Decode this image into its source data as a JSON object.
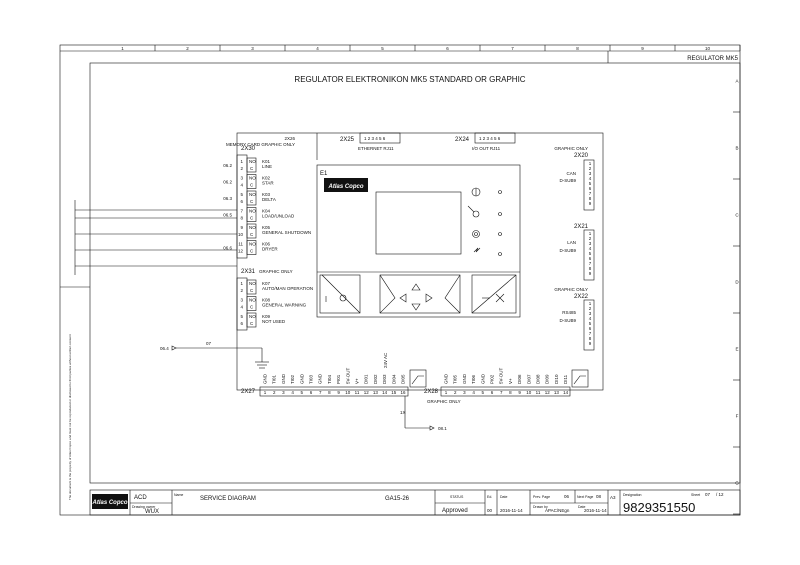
{
  "sheet": {
    "header_right": "REGULATOR MK5",
    "title": "REGULATOR ELEKTRONIKON MK5 STANDARD OR GRAPHIC",
    "col_labels": [
      "1",
      "2",
      "3",
      "4",
      "5",
      "6",
      "7",
      "8",
      "9",
      "10"
    ],
    "row_labels": [
      "A",
      "B",
      "C",
      "D",
      "E",
      "F",
      "G"
    ]
  },
  "controller": {
    "e1": "E1",
    "logo": "Atlas Copco",
    "x30": "2X30",
    "x26": "2X26",
    "x26_desc": "MEMORY CARD GRAPHIC ONLY",
    "x25": "2X25",
    "x25_pins": "1 2 3 4 5 6",
    "x25_desc": "ETHERNET RJ11",
    "x24": "2X24",
    "x24_pins": "1 2 3 4 5 6",
    "x24_desc": "I/O OUT RJ11",
    "x20_note": "GRAPHIC ONLY",
    "x20": "2X20",
    "x20_desc1": "CAN",
    "x20_desc2": "D-SUB9",
    "x21": "2X21",
    "x21_desc1": "LAN",
    "x21_desc2": "D-SUB9",
    "x22_note": "GRAPHIC ONLY",
    "x22": "2X22",
    "x22_desc1": "RS485",
    "x22_desc2": "D-SUB9",
    "x31": "2X31",
    "x31_note": "GRAPHIC ONLY",
    "x27": "2X27",
    "x28": "2X28",
    "x28_note": "GRAPHIC ONLY",
    "ac_label": "24V AC"
  },
  "relays": [
    {
      "no": "NO",
      "c": "C",
      "k": "K01",
      "desc": "LINE",
      "pins": [
        "1",
        "2"
      ],
      "ref": "06.2"
    },
    {
      "no": "NO",
      "c": "C",
      "k": "K02",
      "desc": "STAR",
      "pins": [
        "3",
        "4"
      ],
      "ref": "06.2"
    },
    {
      "no": "NO",
      "c": "C",
      "k": "K03",
      "desc": "DELTA",
      "pins": [
        "5",
        "6"
      ],
      "ref": "06.3"
    },
    {
      "no": "NO",
      "c": "C",
      "k": "K04",
      "desc": "LOAD/UNLOAD",
      "pins": [
        "7",
        "8"
      ],
      "ref": "06.5"
    },
    {
      "no": "NO",
      "c": "C",
      "k": "K05",
      "desc": "GENERAL SHUTDOWN",
      "pins": [
        "9",
        "10"
      ],
      "ref": ""
    },
    {
      "no": "NO",
      "c": "C",
      "k": "K06",
      "desc": "DRYER",
      "pins": [
        "11",
        "12"
      ],
      "ref": "06.6"
    }
  ],
  "relays2": [
    {
      "no": "NO",
      "c": "C",
      "k": "K07",
      "desc": "AUTO/MAN OPERATION",
      "pins": [
        "1",
        "2"
      ]
    },
    {
      "no": "NO",
      "c": "C",
      "k": "K08",
      "desc": "GENERAL WARNING",
      "pins": [
        "3",
        "4"
      ]
    },
    {
      "no": "NO",
      "c": "C",
      "k": "K09",
      "desc": "NOT USED",
      "pins": [
        "5",
        "6"
      ]
    }
  ],
  "x27_pins": [
    "1",
    "2",
    "3",
    "4",
    "5",
    "6",
    "7",
    "8",
    "9",
    "10",
    "11",
    "12",
    "13",
    "14",
    "15",
    "16"
  ],
  "x27_names": [
    "GND",
    "TI01",
    "GND",
    "TI02",
    "GND",
    "TI03",
    "GND",
    "TI04",
    "PI01",
    "5V-OUT",
    "V+",
    "DI01",
    "DI02",
    "DI03",
    "DI04",
    "DI05"
  ],
  "x28_pins": [
    "1",
    "2",
    "3",
    "4",
    "5",
    "6",
    "7",
    "8",
    "9",
    "10",
    "11",
    "12",
    "13",
    "14"
  ],
  "x28_names": [
    "GND",
    "TI05",
    "GND",
    "TI06",
    "GND",
    "PI02",
    "5V-OUT",
    "V+",
    "DI06",
    "DI07",
    "DI08",
    "DI09",
    "DI10",
    "DI11"
  ],
  "dsub_pins": [
    "1",
    "2",
    "3",
    "4",
    "5",
    "6",
    "7",
    "8",
    "9"
  ],
  "connections": {
    "left_ref": "06.4",
    "left_wire": "07",
    "bottom_wire": "1X",
    "bottom_ref": "08.1"
  },
  "title_block": {
    "logo": "Atlas Copco",
    "acd": "ACD",
    "drawing_owner_label": "Drawing owner",
    "drawing_owner": "WUX",
    "name_label": "Name",
    "name": "SERVICE DIAGRAM",
    "model": "GA15-26",
    "status_label": "STATUS",
    "status": "Approved",
    "ed_label": "Ed.",
    "ed": "00",
    "date_label": "Date",
    "date": "2016-11-14",
    "prev_page_label": "Prev. Page",
    "prev_page": "06",
    "next_page_label": "Next Page",
    "next_page": "08",
    "drawn_by_label": "Drawn by",
    "drawn_by": "APAC/NEgn",
    "date2_label": "Date",
    "date2": "2016-11-14",
    "format": "A3",
    "designation_label": "Designation",
    "designation": "9829351550",
    "sheet_label": "Sheet",
    "sheet": "07",
    "sheet_total": "/ 12"
  },
  "margin_note": "The document is the property of Atlas Copco and must not be reproduced or disclosed to third parties without written consent"
}
